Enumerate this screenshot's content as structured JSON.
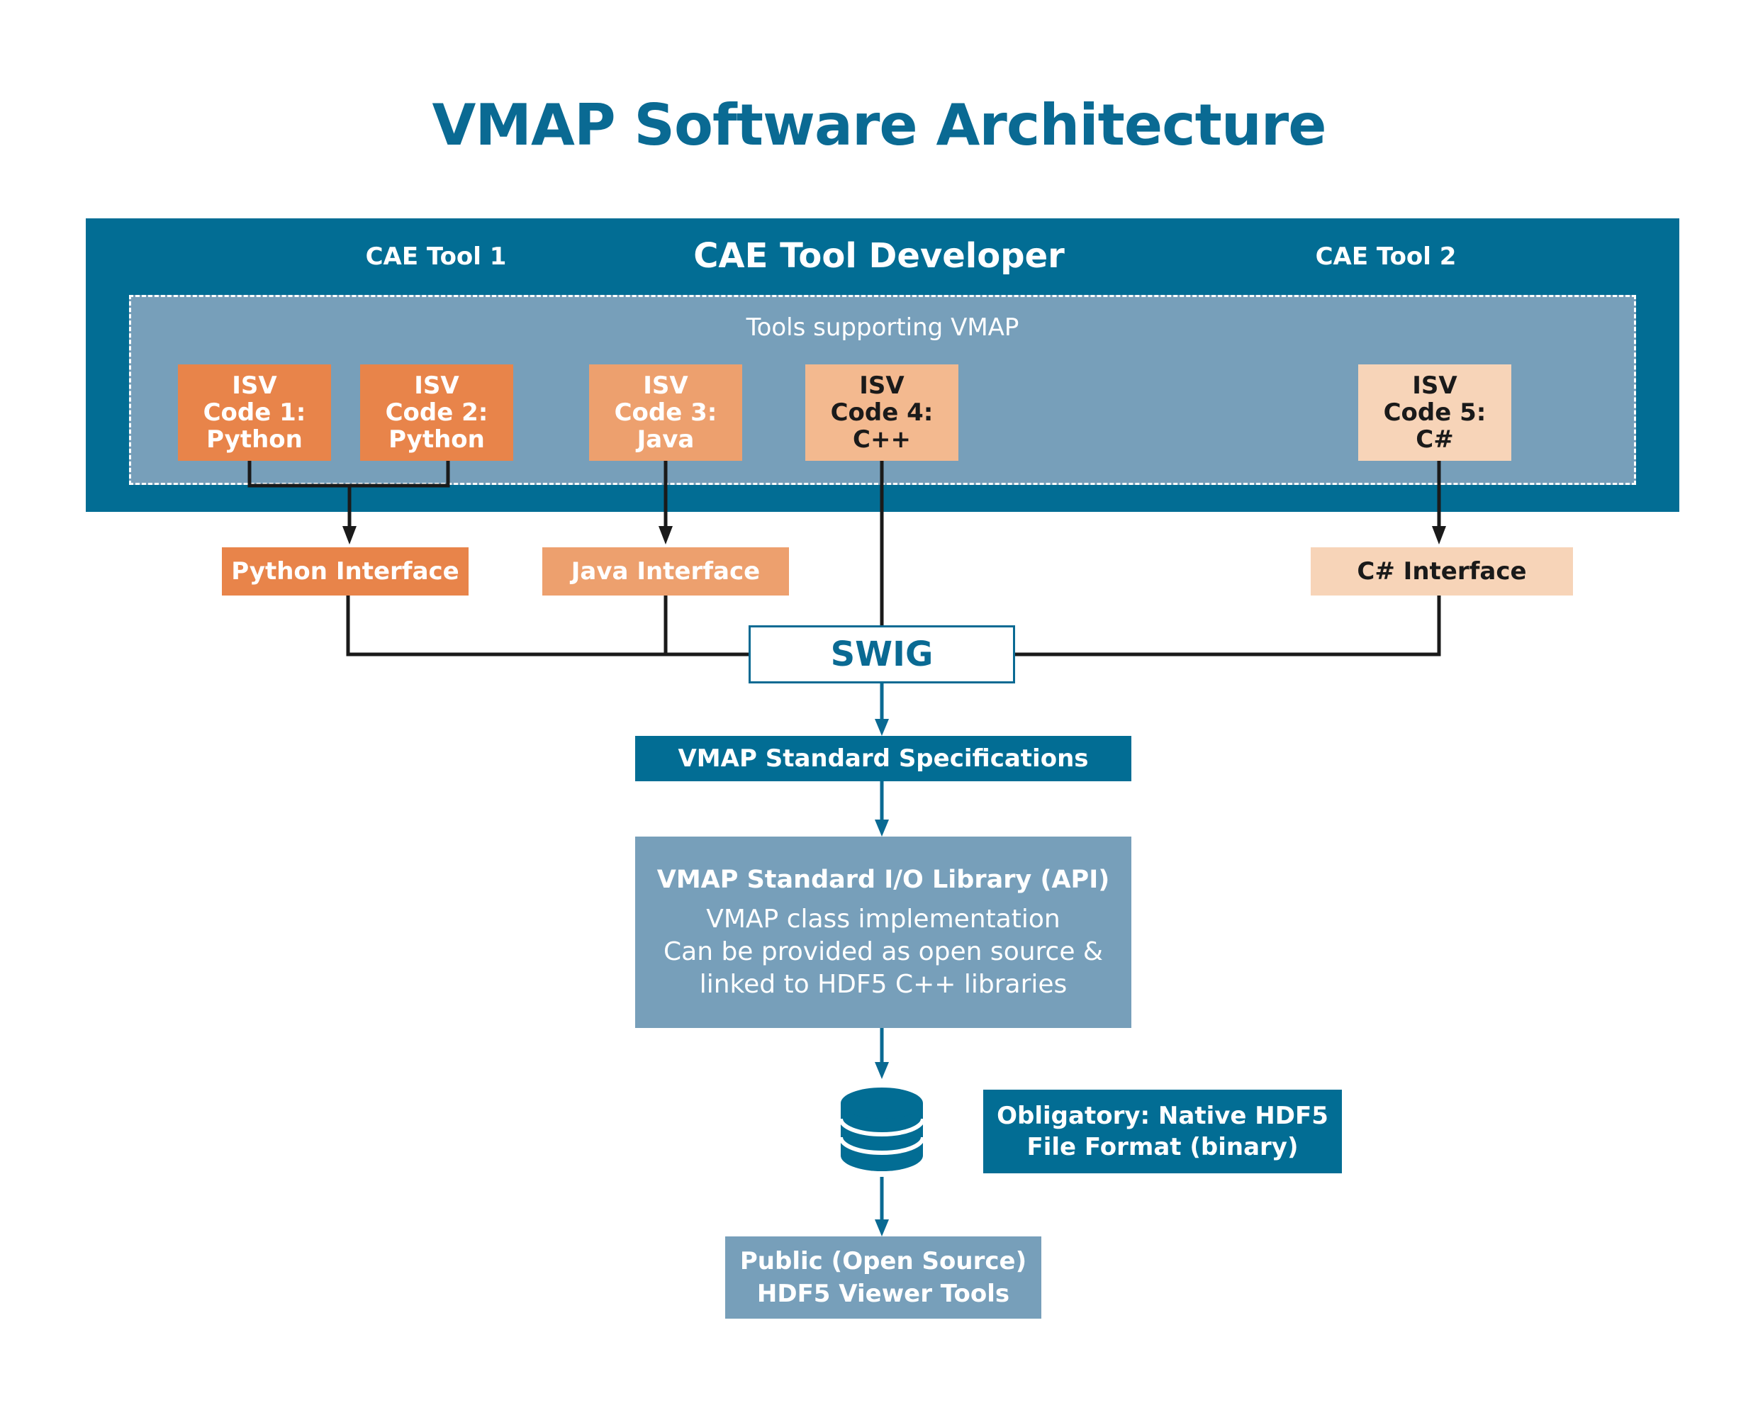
{
  "title": "VMAP Software Architecture",
  "developer": {
    "title": "CAE Tool Developer",
    "tool_1": "CAE Tool 1",
    "tool_2": "CAE Tool 2",
    "tools_label": "Tools supporting VMAP"
  },
  "isv": [
    {
      "line1": "ISV",
      "line2": "Code 1:",
      "line3": "Python"
    },
    {
      "line1": "ISV",
      "line2": "Code 2:",
      "line3": "Python"
    },
    {
      "line1": "ISV",
      "line2": "Code 3:",
      "line3": "Java"
    },
    {
      "line1": "ISV",
      "line2": "Code 4:",
      "line3": "C++"
    },
    {
      "line1": "ISV",
      "line2": "Code 5:",
      "line3": "C#"
    }
  ],
  "interfaces": {
    "python": "Python Interface",
    "java": "Java Interface",
    "csharp": "C# Interface"
  },
  "swig": "SWIG",
  "spec": "VMAP Standard Specifications",
  "library": {
    "heading": "VMAP Standard I/O Library (API)",
    "line1": "VMAP class implementation",
    "line2": "Can be provided as open source &",
    "line3": "linked to HDF5 C++ libraries"
  },
  "database_icon": "database-icon",
  "obligatory": {
    "line1": "Obligatory: Native HDF5",
    "line2": "File Format (binary)"
  },
  "viewer": {
    "line1": "Public (Open Source)",
    "line2": "HDF5 Viewer Tools"
  },
  "colors": {
    "dark_blue": "#026d94",
    "title_blue": "#0a6a93",
    "light_blue": "#779fba",
    "orange_1": "#e8844a",
    "orange_2": "#eda06e",
    "orange_3": "#f3b98f",
    "orange_4": "#f7d4b8"
  }
}
